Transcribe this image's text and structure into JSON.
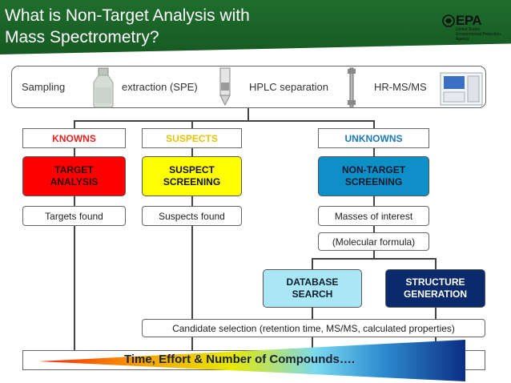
{
  "slide": {
    "title_line1": "What is Non-Target Analysis with",
    "title_line2": "Mass Spectrometry?"
  },
  "logo": {
    "name": "EPA",
    "subtitle_line1": "United States",
    "subtitle_line2": "Environmental Protection",
    "subtitle_line3": "Agency"
  },
  "process": {
    "steps": [
      "Sampling",
      "extraction (SPE)",
      "HPLC separation",
      "HR-MS/MS"
    ]
  },
  "categories": {
    "knowns": {
      "label": "KNOWNS",
      "color": "#ee2222"
    },
    "suspects": {
      "label": "SUSPECTS",
      "color": "#e7c20a"
    },
    "unknowns": {
      "label": "UNKNOWNS",
      "color": "#1b79b4"
    }
  },
  "methods": {
    "target": {
      "line1": "TARGET",
      "line2": "ANALYSIS",
      "color": "#ff0000"
    },
    "suspect": {
      "line1": "SUSPECT",
      "line2": "SCREENING",
      "color": "#ffff00"
    },
    "nontarget": {
      "line1": "NON-TARGET",
      "line2": "SCREENING",
      "color": "#0e8fc7"
    }
  },
  "results": {
    "targets": "Targets found",
    "suspects": "Suspects found",
    "masses": "Masses of interest",
    "formula": "(Molecular formula)"
  },
  "branches": {
    "database": {
      "line1": "DATABASE",
      "line2": "SEARCH",
      "color": "#a9e6f6"
    },
    "structure": {
      "line1": "STRUCTURE",
      "line2": "GENERATION",
      "color": "#0b2a6b"
    }
  },
  "candidate": "Candidate selection (retention time, MS/MS, calculated properties)",
  "footer": "Time, Effort & Number of Compounds…."
}
